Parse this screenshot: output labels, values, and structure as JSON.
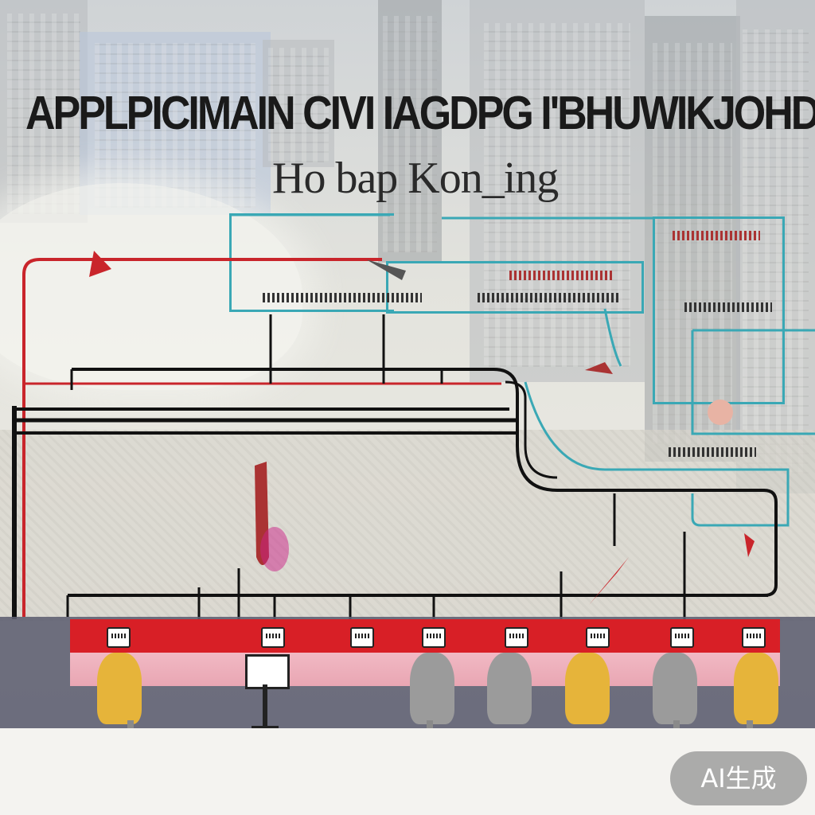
{
  "title": "APPLPICIMAIN CIVI IAGDPG I'BHUWIKJOHD",
  "subtitle": "Ho bap Kon_ing",
  "badge_text": "AI生成",
  "colors": {
    "red_accent": "#d81f26",
    "teal_accent": "#3aa8b5",
    "line_dark": "#111111",
    "pink": "#f1b9c4",
    "base": "#5f6072"
  },
  "icons": [
    "sign-icon",
    "figure-icon",
    "bird-icon"
  ]
}
